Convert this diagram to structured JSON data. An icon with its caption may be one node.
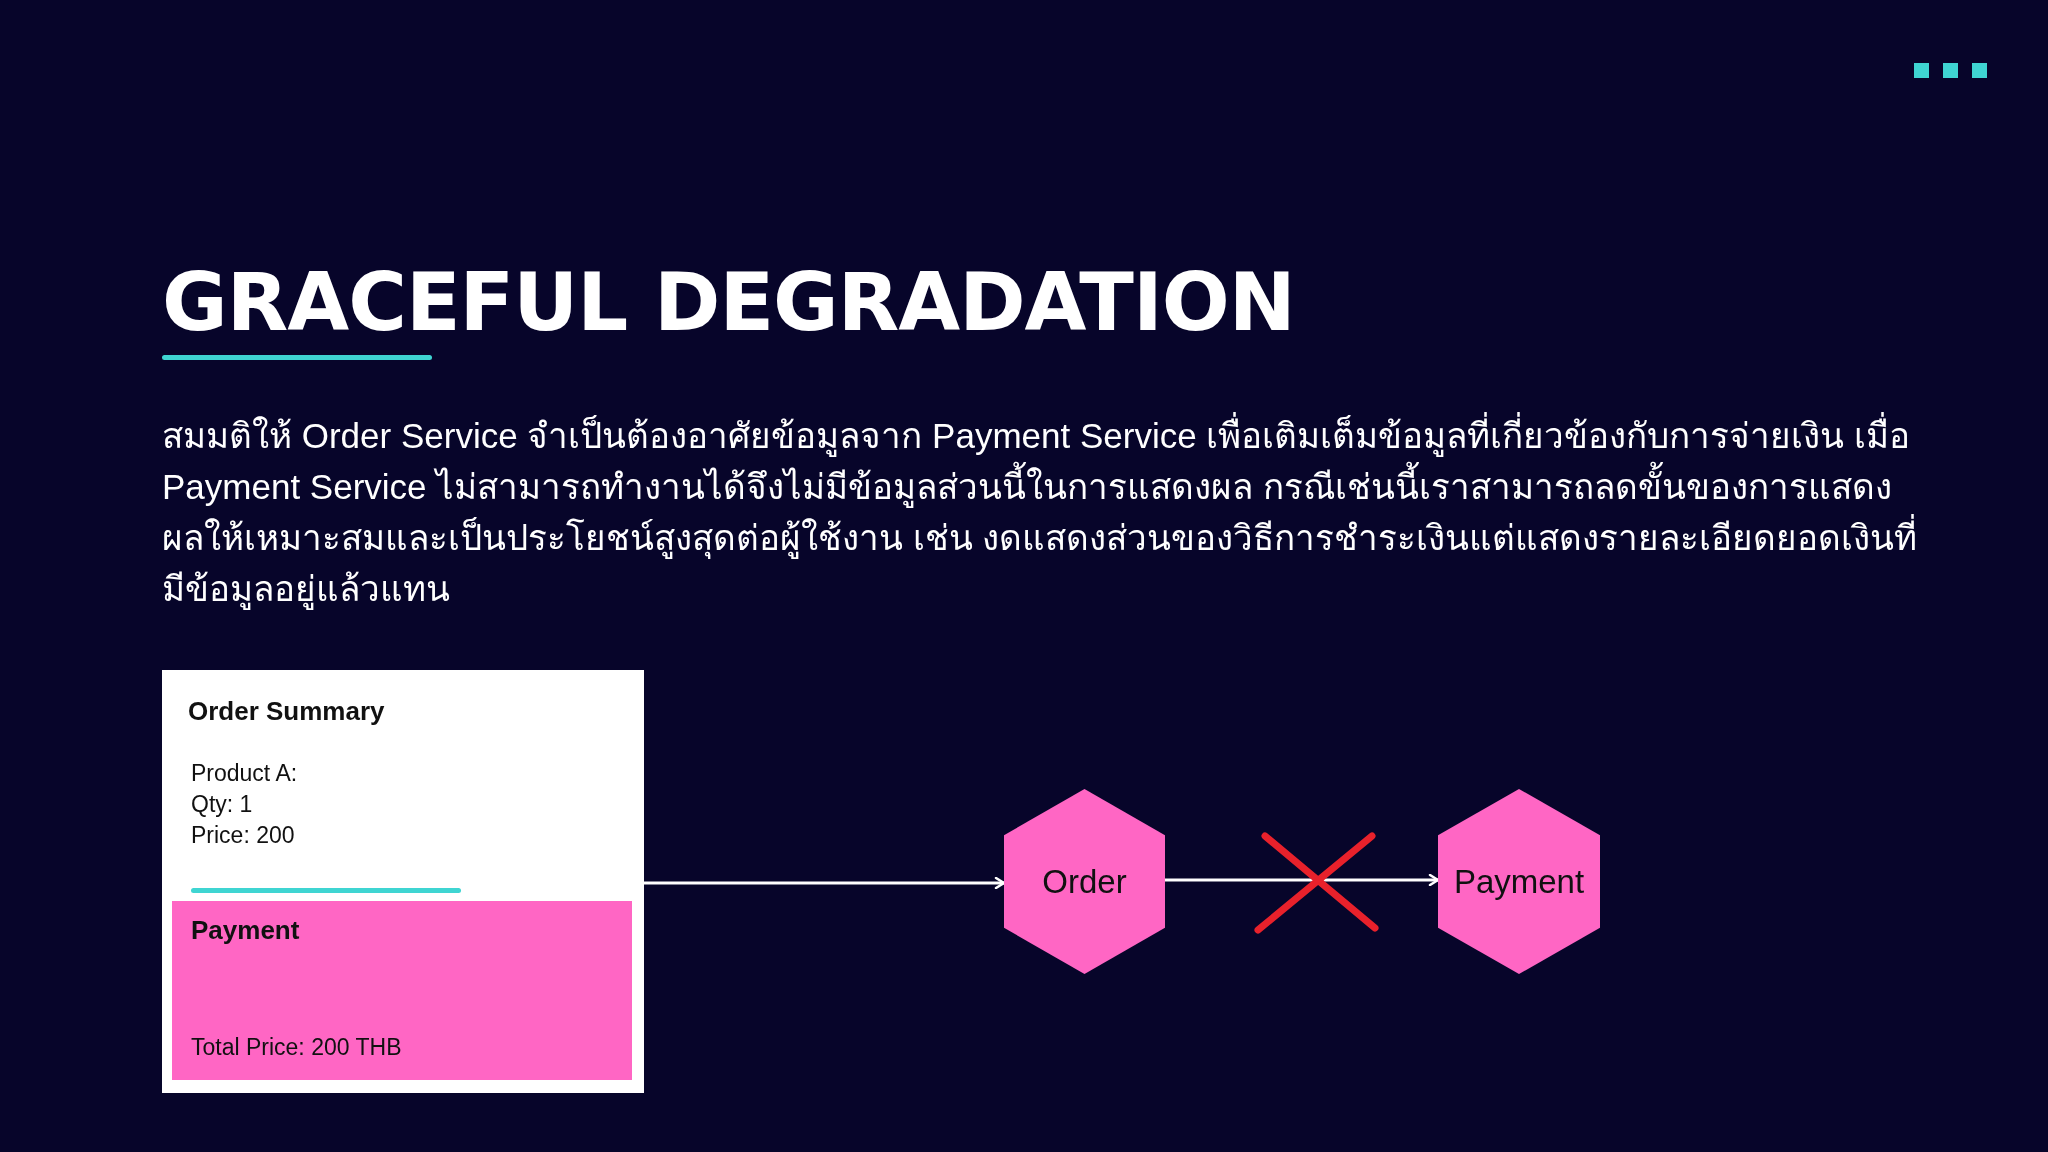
{
  "diagram": {
    "title": "GRACEFUL DEGRADATION",
    "nodes": [
      {
        "text": [
          "Order Summary",
          "Product A: Qty: 1 Price: 200"
        ]
      },
      {
        "text": [
          "Payment",
          "Total Price: 200 THB"
        ],
        "in": 0
      },
      {
        "text": [
          "Order"
        ]
      },
      {
        "text": [
          "Payment"
        ]
      }
    ],
    "edges": [
      {
        "from": 0,
        "to": 2,
        "arrow": "to"
      },
      {
        "from": 2,
        "to": 3,
        "arrow": "to"
      }
    ],
    "labels": [
      "สมมติให้ Order Service จำเป็นต้องอาศัยข้อมูลจาก Payment Service เพื่อเติมเต็มข้อมูลที่เกี่ยวข้องกับการจ่ายเงิน เมื่อ Payment Service ไม่สามารถทำงานได้จึงไม่มีข้อมูลส่วนนี้ในการแสดงผล กรณีเช่นนี้เราสามารถลดขั้นของการแสดงผลให้เหมาะสมและเป็นประโยชน์สูงสุดต่อผู้ใช้งาน เช่น งดแสดงส่วนของวิธีการชำระเงินแต่แสดงรายละเอียดยอดเงินที่มีข้อมูลอยู่แล้วแทน"
    ]
  }
}
